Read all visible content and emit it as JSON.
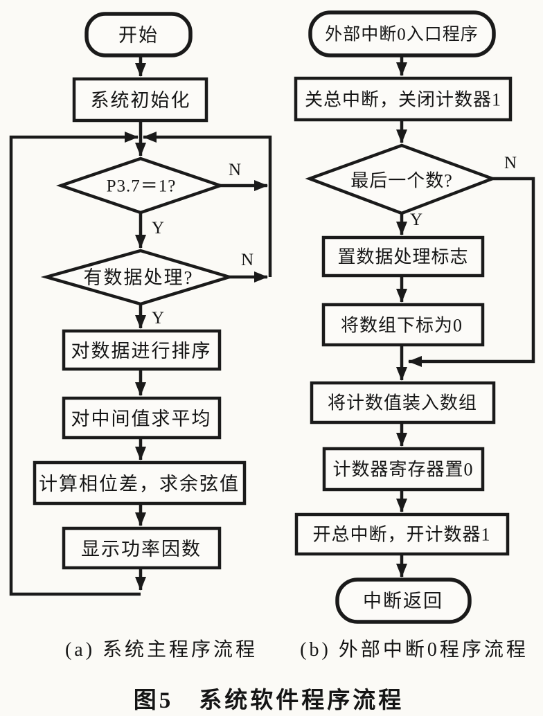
{
  "page": {
    "background": "#fbfaf6",
    "ink": "#1a1a1a",
    "node_fill": "#fcfbf8"
  },
  "charts": {
    "left": {
      "nodes": {
        "start": "开始",
        "init": "系统初始化",
        "decision_p37": "P3.7＝1?",
        "decision_data": "有数据处理?",
        "sort": "对数据进行排序",
        "average": "对中间值求平均",
        "cosine": "计算相位差，求余弦值",
        "display": "显示功率因数"
      },
      "branch_labels": {
        "d1_yes": "Y",
        "d1_no": "N",
        "d2_yes": "Y",
        "d2_no": "N"
      },
      "caption": "(a) 系统主程序流程"
    },
    "right": {
      "nodes": {
        "start": "外部中断0入口程序",
        "close_interrupt": "关总中断，关闭计数器1",
        "decision_last": "最后一个数?",
        "set_flag": "置数据处理标志",
        "index_zero": "将数组下标为0",
        "store_count": "将计数值装入数组",
        "register_zero": "计数器寄存器置0",
        "open_interrupt": "开总中断，开计数器1",
        "return": "中断返回"
      },
      "branch_labels": {
        "yes": "Y",
        "no": "N"
      },
      "caption": "(b) 外部中断0程序流程"
    }
  },
  "figure_title": "图5　系统软件程序流程"
}
